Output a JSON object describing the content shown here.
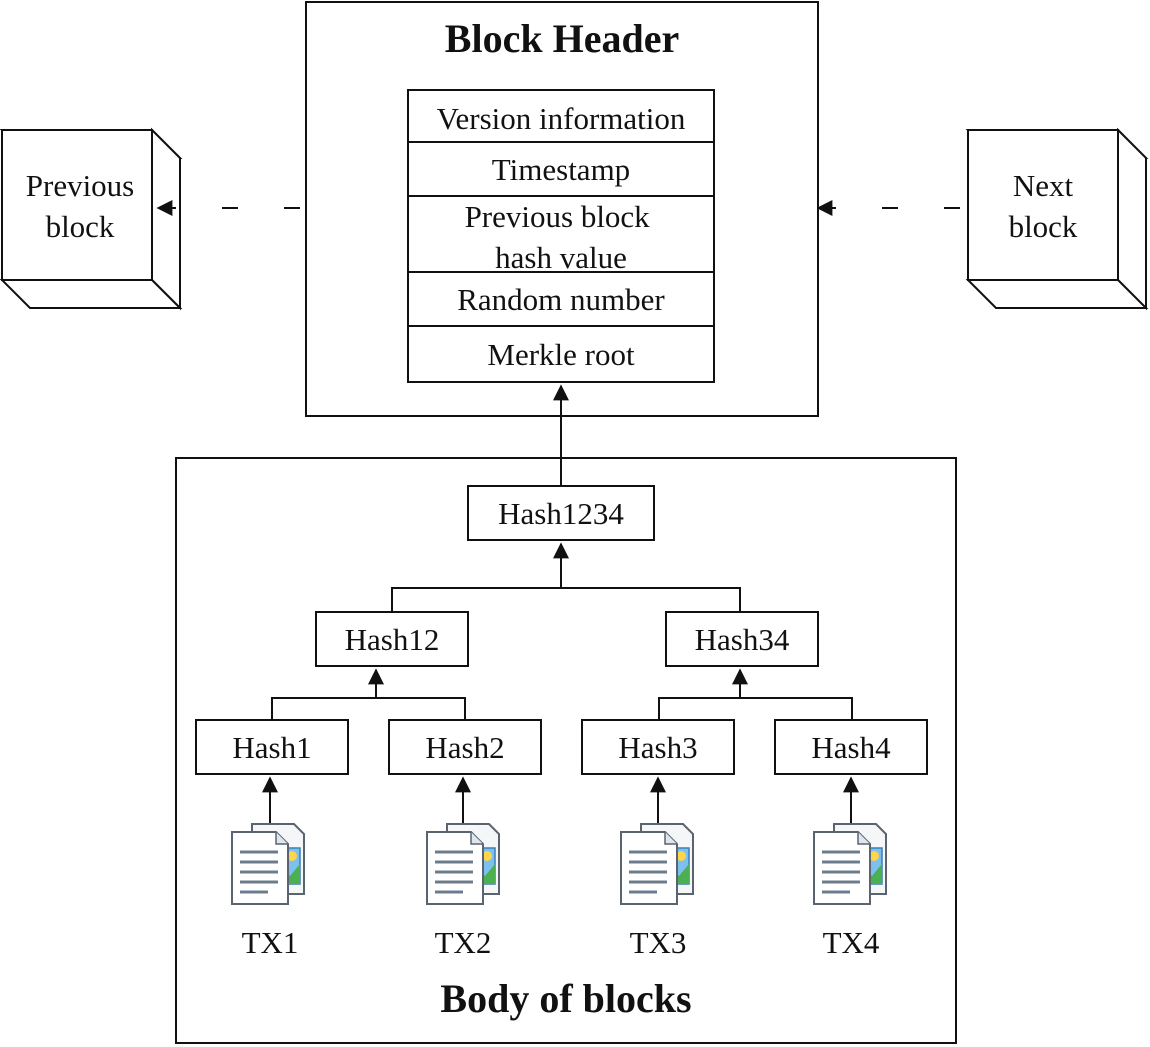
{
  "header": {
    "title": "Block Header",
    "fields": [
      "Version information",
      "Timestamp",
      "Previous block hash value",
      "Random number",
      "Merkle root"
    ]
  },
  "previous_block": {
    "line1": "Previous",
    "line2": "block"
  },
  "next_block": {
    "line1": "Next",
    "line2": "block"
  },
  "body": {
    "title": "Body of blocks",
    "root": "Hash1234",
    "level1": [
      "Hash12",
      "Hash34"
    ],
    "level2": [
      "Hash1",
      "Hash2",
      "Hash3",
      "Hash4"
    ],
    "transactions": [
      "TX1",
      "TX2",
      "TX3",
      "TX4"
    ]
  },
  "icons": {
    "transaction": "document-with-image-icon"
  }
}
